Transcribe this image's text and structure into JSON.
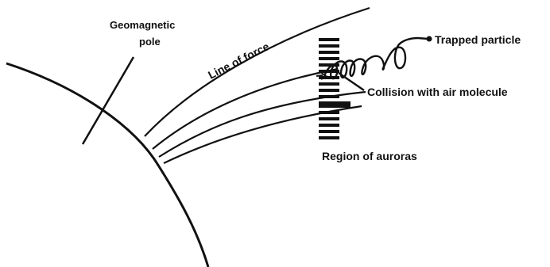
{
  "diagram": {
    "labels": {
      "pole_line1": "Geomagnetic",
      "pole_line2": "pole",
      "line_of_force": "Line of force",
      "trapped_particle": "Trapped particle",
      "collision": "Collision with air molecule",
      "region": "Region of auroras"
    },
    "colors": {
      "ink": "#111111",
      "background": "#ffffff"
    }
  }
}
